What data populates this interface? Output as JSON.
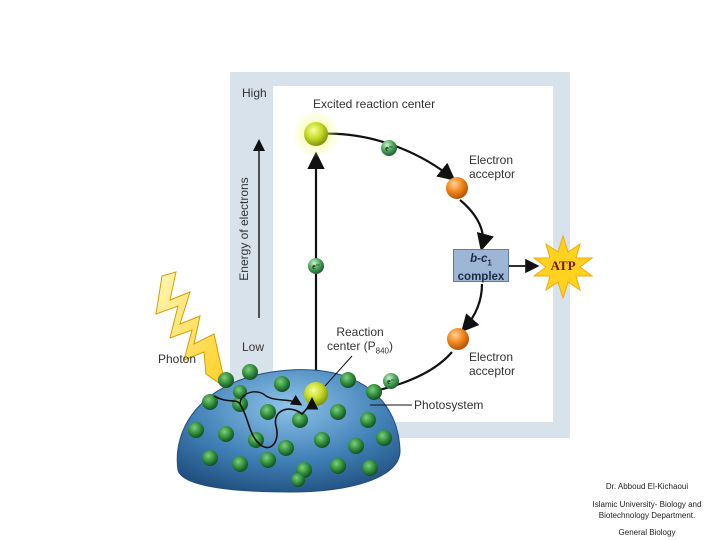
{
  "diagram": {
    "axis": {
      "high_label": "High",
      "low_label": "Low",
      "title": "Energy of electrons"
    },
    "labels": {
      "excited_center": "Excited reaction center",
      "acceptor_top": "Electron acceptor",
      "acceptor_bottom": "Electron acceptor",
      "reaction_center_line1": "Reaction",
      "reaction_center_line2": "center (P",
      "reaction_center_sub": "840",
      "reaction_center_end": ")",
      "photon": "Photon",
      "photosystem": "Photosystem",
      "atp": "ATP",
      "complex_line1": "b-c",
      "complex_sub": "1",
      "complex_line2": "complex",
      "electron": "e⁻"
    },
    "colors": {
      "panel_bg": "#d7e2ea",
      "inner_bg": "#ffffff",
      "excited_center": "#c8dc2a",
      "acceptor": "#f08a1e",
      "electron": "#4fa860",
      "atp_burst": "#ffd21f",
      "photosystem": "#3f7fb5"
    }
  },
  "credit": {
    "line1": "Dr. Abboud El-Kichaoui",
    "line2": "Islamic University- Biology and Biotechnology Department.",
    "line3": "General Biology"
  }
}
